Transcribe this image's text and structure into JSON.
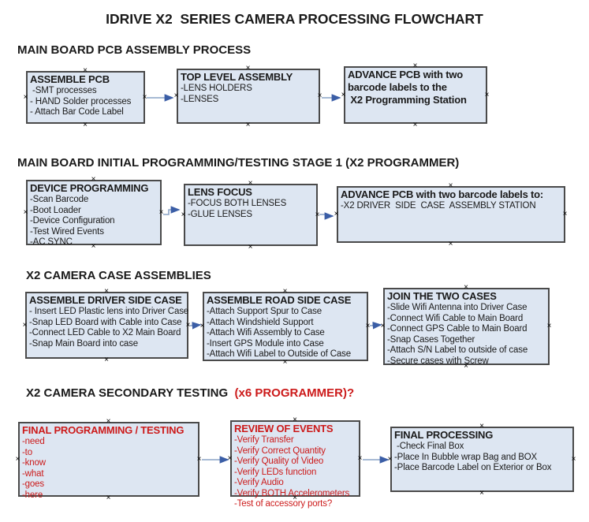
{
  "title": "IDRIVE X2  SERIES CAMERA PROCESSING FLOWCHART",
  "colors": {
    "box_fill": "#dde6f2",
    "box_border": "#4a4a4a",
    "arrow_line": "#8aa3c6",
    "arrow_head": "#3b5ea6",
    "red_text": "#cc1a1a",
    "black_text": "#1a1a1a",
    "background": "#ffffff"
  },
  "icons": {
    "anchor_mark": "×"
  },
  "sections": [
    {
      "header": "MAIN BOARD PCB ASSEMBLY PROCESS",
      "boxes": [
        {
          "title": "ASSEMBLE PCB",
          "items": [
            " -SMT processes",
            "- HAND Solder processes",
            "- Attach Bar Code Label"
          ]
        },
        {
          "title": "TOP LEVEL ASSEMBLY",
          "items": [
            "-LENS HOLDERS",
            "-LENSES"
          ]
        },
        {
          "title": "ADVANCE PCB with two\nbarcode labels to the\n X2 Programming Station",
          "items": []
        }
      ]
    },
    {
      "header": "MAIN BOARD INITIAL PROGRAMMING/TESTING STAGE 1 (X2 PROGRAMMER)",
      "boxes": [
        {
          "title": "DEVICE PROGRAMMING",
          "items": [
            "-Scan Barcode",
            "-Boot Loader",
            "-Device Configuration",
            "-Test Wired Events",
            "-AC SYNC"
          ]
        },
        {
          "title": "LENS FOCUS",
          "items": [
            "-FOCUS BOTH LENSES",
            "-GLUE LENSES"
          ]
        },
        {
          "title": "ADVANCE PCB with two barcode labels to:",
          "items": [
            "-X2 DRIVER  SIDE  CASE  ASSEMBLY STATION"
          ]
        }
      ]
    },
    {
      "header": "X2 CAMERA CASE ASSEMBLIES",
      "boxes": [
        {
          "title": "ASSEMBLE DRIVER SIDE CASE",
          "items": [
            "- Insert LED Plastic lens into Driver Case",
            "-Snap LED Board with Cable into Case",
            "-Connect LED Cable to X2 Main Board",
            "-Snap Main Board into case"
          ]
        },
        {
          "title": "ASSEMBLE ROAD SIDE CASE",
          "items": [
            "-Attach Support Spur to Case",
            "-Attach Windshield Support",
            "-Attach Wifi Assembly to Case",
            "-Insert GPS Module into Case",
            "-Attach Wifi Label to Outside of Case"
          ]
        },
        {
          "title": "JOIN THE TWO CASES",
          "items": [
            "-Slide Wifi Antenna into Driver Case",
            "-Connect Wifi Cable to Main Board",
            "-Connect GPS Cable to Main Board",
            "-Snap Cases Together",
            "-Attach S/N Label to outside of case",
            "-Secure cases with Screw"
          ]
        }
      ]
    },
    {
      "header": "X2 CAMERA SECONDARY TESTING ",
      "header_red": " (x6 PROGRAMMER)?",
      "boxes": [
        {
          "title": "FINAL PROGRAMMING / TESTING",
          "items": [
            "-need",
            "-to",
            "-know",
            "-what",
            "-goes",
            "-here"
          ]
        },
        {
          "title": "REVIEW OF EVENTS",
          "items": [
            "-Verify Transfer",
            "-Verify Correct Quantity",
            "-Verify Quality of Video",
            "-Verify LEDs function",
            "-Verify Audio",
            "-Verify BOTH Accelerometers",
            "-Test of accessory ports?"
          ]
        },
        {
          "title": "FINAL PROCESSING",
          "items": [
            " -Check Final Box",
            "-Place In Bubble wrap Bag and BOX",
            "-Place Barcode Label on Exterior or Box"
          ]
        }
      ]
    }
  ]
}
